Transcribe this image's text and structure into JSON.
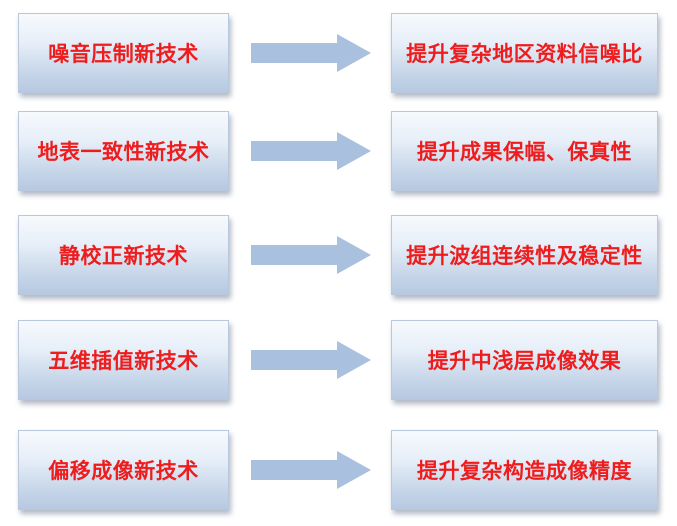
{
  "rows": [
    {
      "technique": "噪音压制新技术",
      "benefit": "提升复杂地区资料信噪比"
    },
    {
      "technique": "地表一致性新技术",
      "benefit": "提升成果保幅、保真性"
    },
    {
      "technique": "静校正新技术",
      "benefit": "提升波组连续性及稳定性"
    },
    {
      "technique": "五维插值新技术",
      "benefit": "提升中浅层成像效果"
    },
    {
      "technique": "偏移成像新技术",
      "benefit": "提升复杂构造成像精度"
    }
  ],
  "arrow_icon": "right-arrow-icon",
  "colors": {
    "text": "#ee1c1c",
    "arrow": "#a9c0de",
    "box_top": "#f7fafd",
    "box_bottom": "#b6c9e1"
  }
}
